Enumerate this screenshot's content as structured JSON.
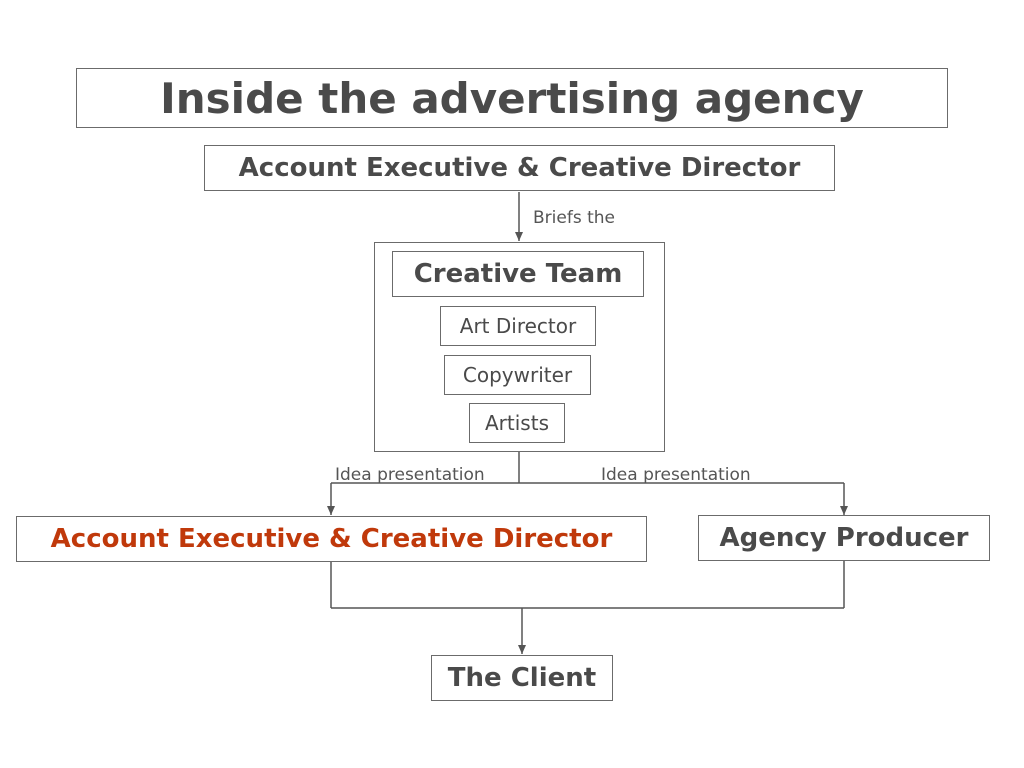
{
  "title": "Inside the advertising agency",
  "colors": {
    "text": "#4a4a4a",
    "border": "#6b6b6b",
    "accent": "#c0390b"
  },
  "nodes": {
    "top_account": "Account Executive & Creative Director",
    "creative_team": "Creative Team",
    "art_director": "Art Director",
    "copywriter": "Copywriter",
    "artists": "Artists",
    "account_exec_highlight": "Account Executive & Creative Director",
    "agency_producer": "Agency Producer",
    "client": "The Client"
  },
  "edges": {
    "briefs": "Briefs the",
    "idea_left": "Idea presentation",
    "idea_right": "Idea presentation"
  }
}
